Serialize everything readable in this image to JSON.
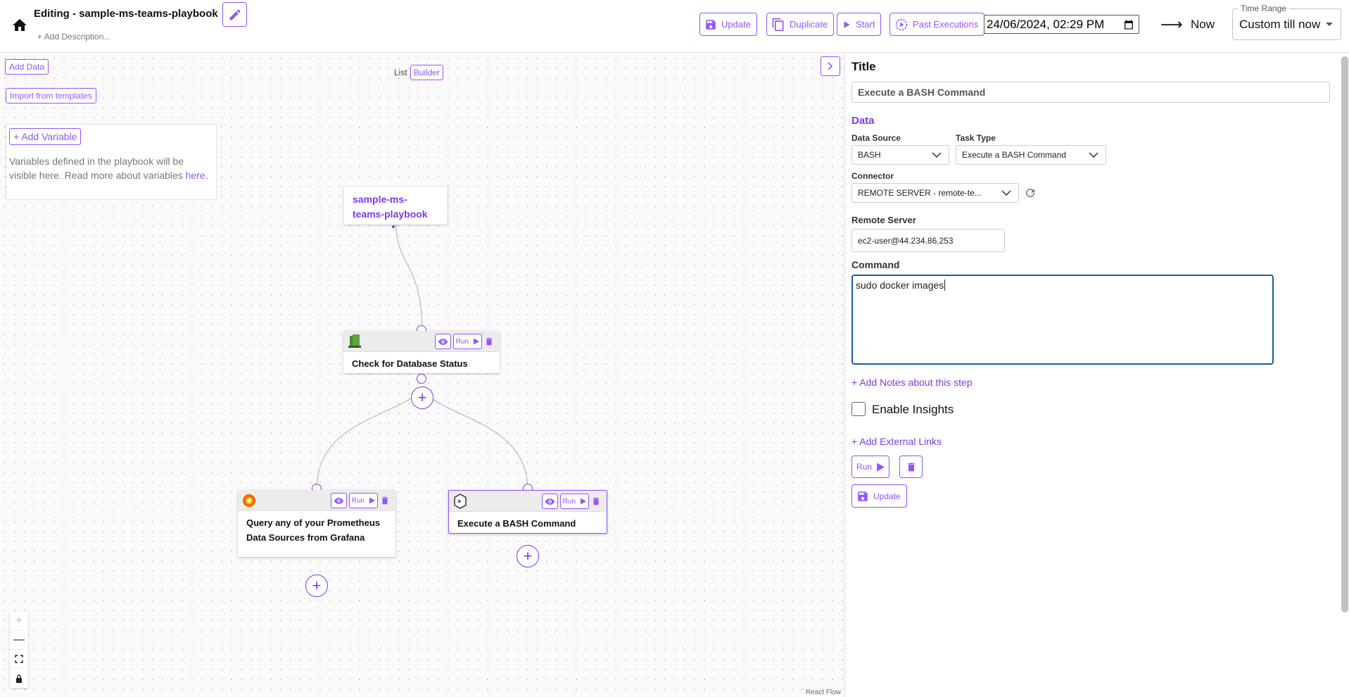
{
  "header": {
    "title": "Editing - sample-ms-teams-playbook",
    "add_description": "+ Add Description...",
    "buttons": {
      "update": "Update",
      "duplicate": "Duplicate",
      "start": "Start",
      "past_executions": "Past Executions"
    },
    "date_value": "24/06/2024, 02:29 PM",
    "now_label": "Now",
    "time_range_label": "Time Range",
    "time_range_value": "Custom till now"
  },
  "canvas": {
    "add_data": "Add Data",
    "import_templates": "Import from templates",
    "view_list": "List",
    "view_builder": "Builder",
    "variables": {
      "add_button": "+ Add Variable",
      "help_text": "Variables defined in the playbook will be visible here. Read more about variables ",
      "help_link": "here",
      "help_suffix": "."
    },
    "root_node": "sample-ms-teams-playbook",
    "nodes": {
      "db_status": {
        "title": "Check for Database Status",
        "run": "Run"
      },
      "grafana": {
        "title": "Query any of your Prometheus Data Sources from Grafana",
        "run": "Run"
      },
      "bash": {
        "title": "Execute a BASH Command",
        "run": "Run"
      }
    },
    "react_flow": "React Flow"
  },
  "panel": {
    "title_label": "Title",
    "title_value": "Execute a BASH Command",
    "data_header": "Data",
    "data_source_label": "Data Source",
    "data_source_value": "BASH",
    "task_type_label": "Task Type",
    "task_type_value": "Execute a BASH Command",
    "connector_label": "Connector",
    "connector_value": "REMOTE SERVER - remote-te...",
    "remote_server_label": "Remote Server",
    "remote_server_value": "ec2-user@44.234.86.253",
    "command_label": "Command",
    "command_value": "sudo docker images",
    "add_notes": "+ Add Notes about this step",
    "enable_insights": "Enable Insights",
    "add_links": "+ Add External Links",
    "run": "Run",
    "update": "Update"
  },
  "colors": {
    "accent": "#9553fe",
    "command_border": "#1c5d99"
  }
}
